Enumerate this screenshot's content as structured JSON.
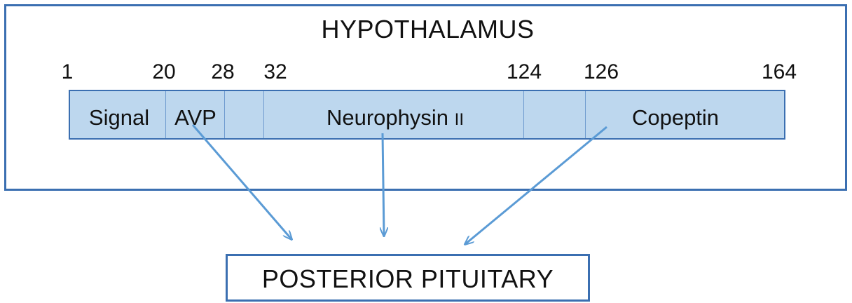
{
  "hypothalamus": {
    "title": "HYPOTHALAMUS"
  },
  "positions": [
    "1",
    "20",
    "28",
    "32",
    "124",
    "126",
    "164"
  ],
  "segments": {
    "signal": "Signal",
    "avp": "AVP",
    "neurophysin_main": "Neurophysin",
    "neurophysin_suffix": "II",
    "copeptin": "Copeptin"
  },
  "pituitary": {
    "label": "POSTERIOR PITUITARY"
  },
  "colors": {
    "bar_fill": "#bdd7ee",
    "border": "#3b6fb1",
    "arrow": "#5b9bd5"
  }
}
